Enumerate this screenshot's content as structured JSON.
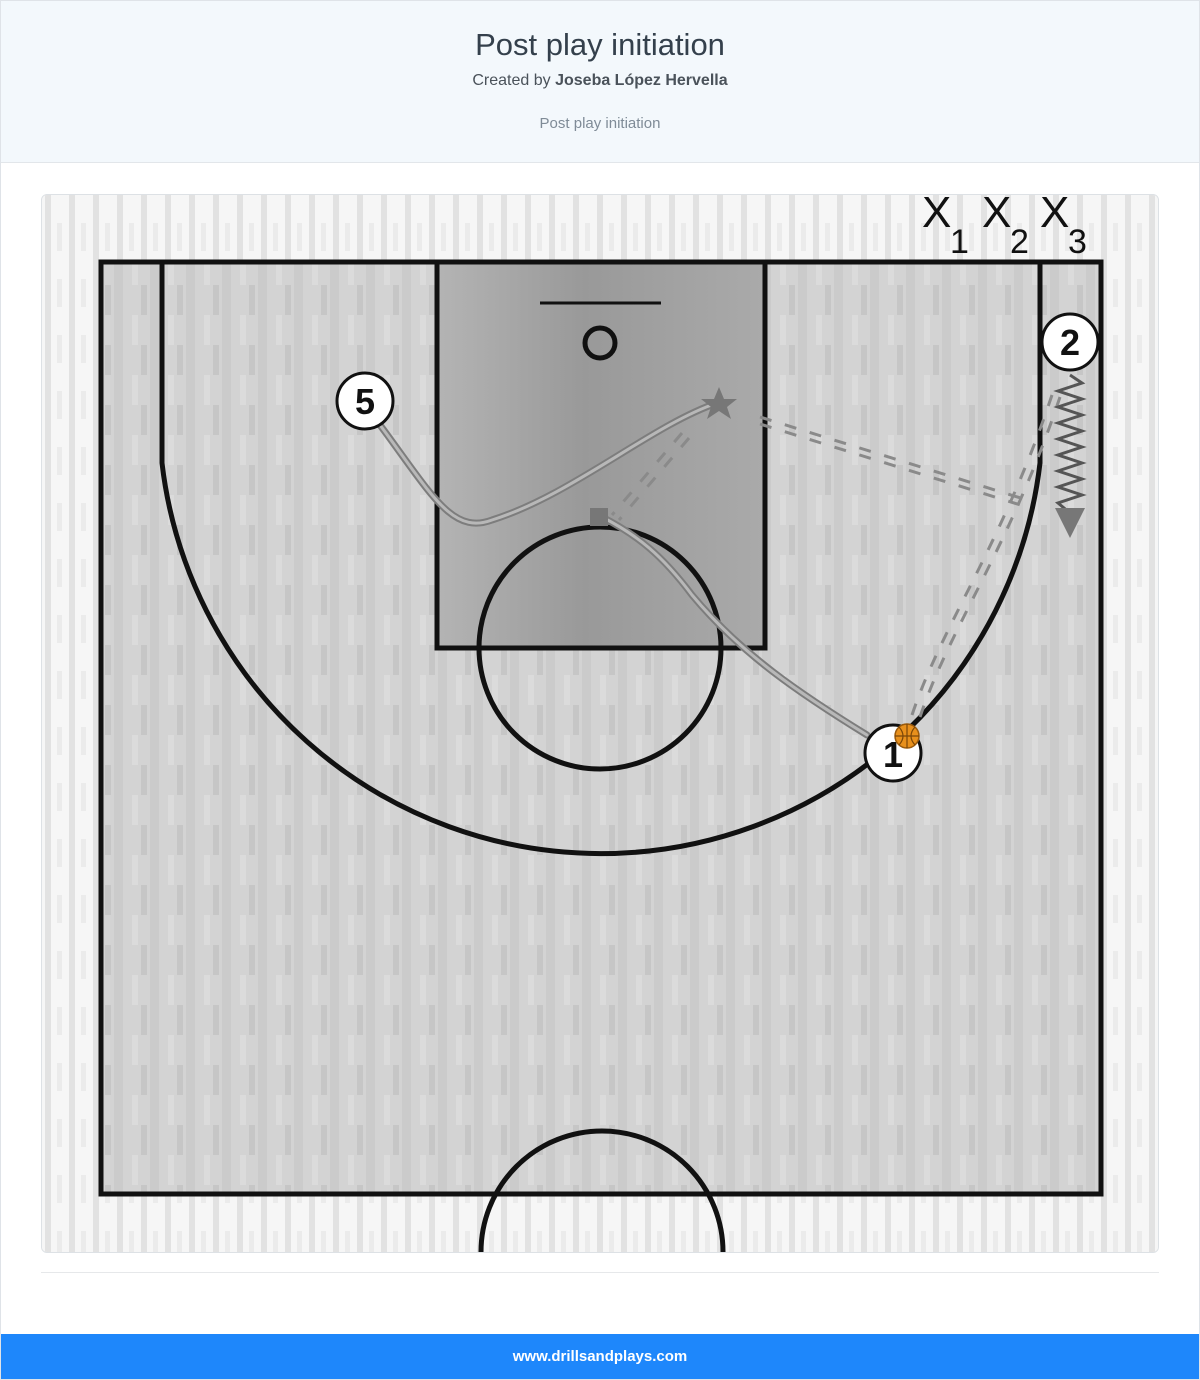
{
  "header": {
    "title": "Post play initiation",
    "created_by_prefix": "Created by",
    "author": "Joseba López Hervella",
    "subtitle": "Post play initiation"
  },
  "diagram": {
    "players": [
      {
        "label": "1",
        "has_ball": true
      },
      {
        "label": "2",
        "has_ball": false
      },
      {
        "label": "5",
        "has_ball": false
      }
    ],
    "defenders": [
      {
        "letter": "X",
        "number": "1"
      },
      {
        "letter": "X",
        "number": "2"
      },
      {
        "letter": "X",
        "number": "3"
      }
    ],
    "colors": {
      "court_bg": "#d0d0d0",
      "paint": "#a9a9a9",
      "lines": "#111111",
      "movement": "#8e8e8e",
      "ball": "#e8901c"
    }
  },
  "footer": {
    "site": "www.drillsandplays.com"
  }
}
